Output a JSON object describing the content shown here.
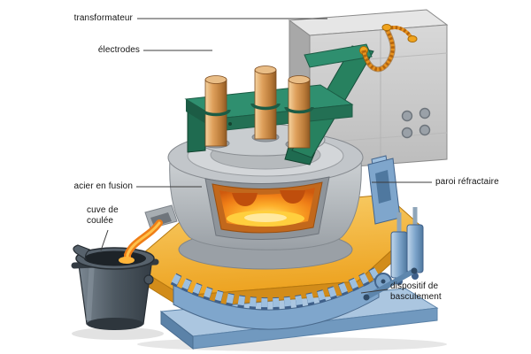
{
  "labels": {
    "transformer": "transformateur",
    "electrodes": "électrodes",
    "molten_steel": "acier en fusion",
    "ladle_line1": "cuve de",
    "ladle_line2": "coulée",
    "refractory_wall": "paroi réfractaire",
    "tilting_line1": "dispositif de",
    "tilting_line2": "basculement"
  },
  "colors": {
    "background": "#ffffff",
    "label_text": "#141414",
    "leader_line": "#3c3c3c",
    "molten_steel": "#f07818",
    "molten_glow": "#ffd24a",
    "platform_yellow": "#f3b83f",
    "frame_green": "#2e8b6e",
    "base_blue": "#8fb3d9",
    "transformer_gray": "#c8c8c8",
    "electrode_tan": "#dda05f",
    "cable_yellow": "#f0a41e",
    "ladle_gray": "#4a545c"
  }
}
